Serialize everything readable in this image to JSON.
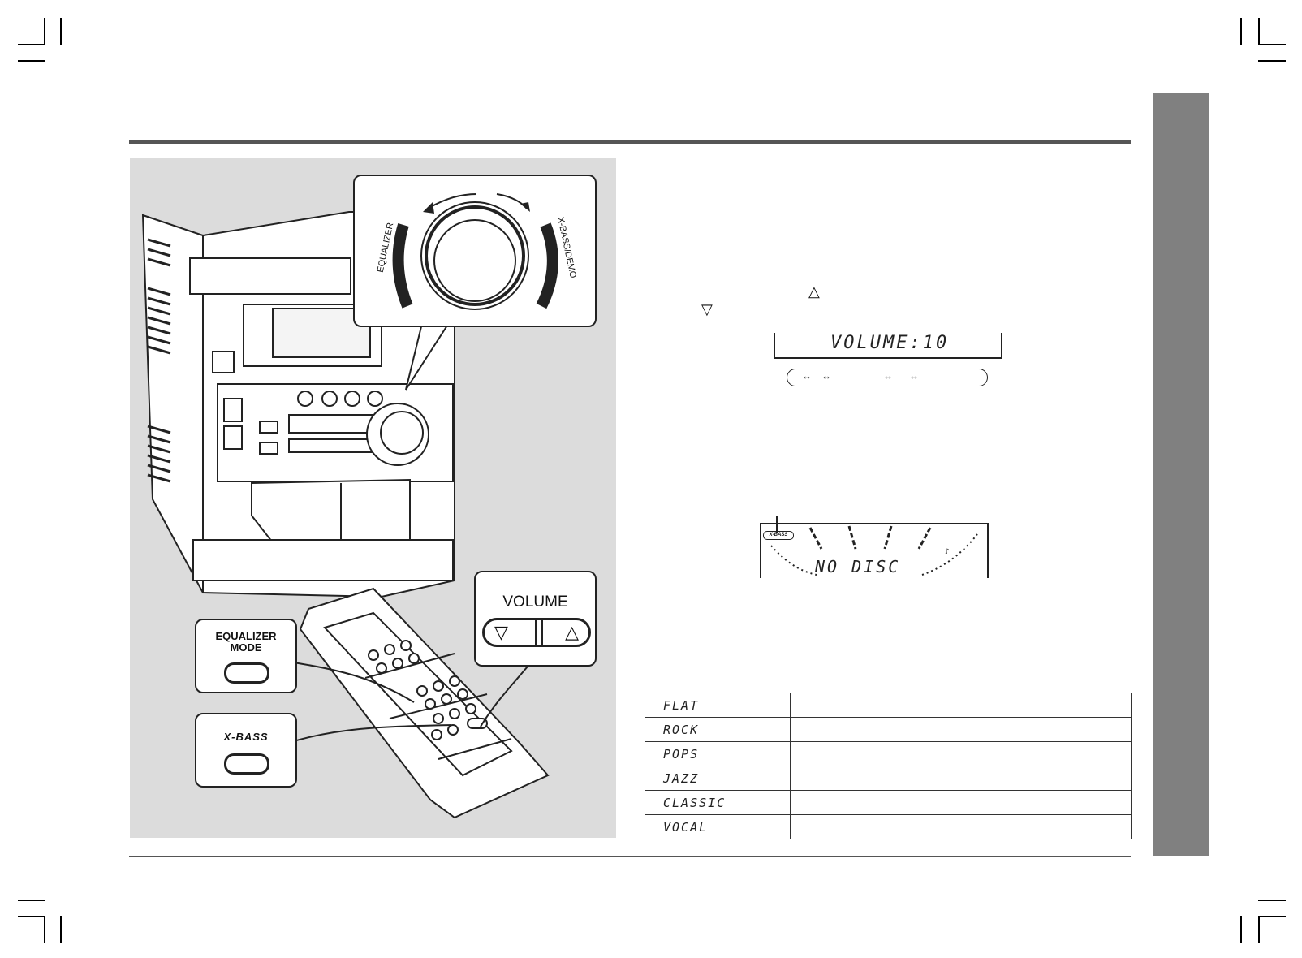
{
  "illustration": {
    "knob_labels": {
      "left": "EQUALIZER",
      "right": "X-BASS/DEMO"
    },
    "volume_button_label": "VOLUME",
    "volume_down_glyph": "▽",
    "volume_up_glyph": "△",
    "equalizer_mode_label_line1": "EQUALIZER",
    "equalizer_mode_label_line2": "MODE",
    "xbass_button_label": "X-BASS"
  },
  "instructions": {
    "up_glyph": "△",
    "down_glyph": "▽"
  },
  "volume_display": {
    "text": "VOLUME:10",
    "arrow_glyph": "↔"
  },
  "xbass_display": {
    "badge": "X-BASS",
    "text": "NO DISC"
  },
  "equalizer_table": {
    "rows": [
      {
        "mode": "FLAT"
      },
      {
        "mode": "ROCK"
      },
      {
        "mode": "POPS"
      },
      {
        "mode": "JAZZ"
      },
      {
        "mode": "CLASSIC"
      },
      {
        "mode": "VOCAL"
      }
    ]
  }
}
